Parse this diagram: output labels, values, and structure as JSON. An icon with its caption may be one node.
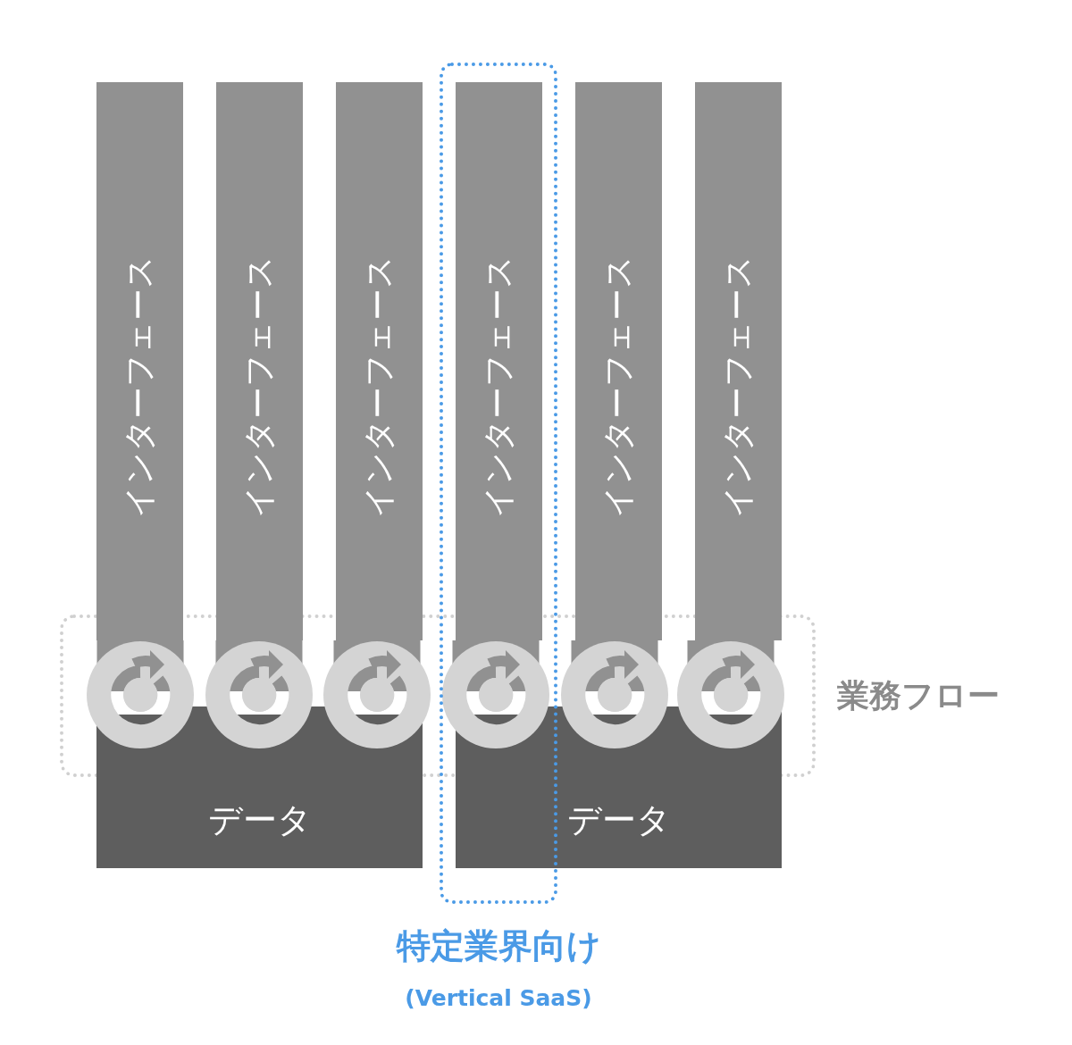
{
  "diagram": {
    "nodes": [
      {
        "text": [
          "特定業界向け",
          "(Vertical SaaS)"
        ]
      },
      {
        "text": [
          "インターフェース"
        ]
      },
      {
        "text": [
          "インターフェース"
        ]
      },
      {
        "text": [
          "インターフェース"
        ]
      },
      {
        "text": [
          "インターフェース"
        ],
        "in": 0
      },
      {
        "text": [
          "インターフェース"
        ]
      },
      {
        "text": [
          "インターフェース"
        ]
      },
      {
        "text": [
          "業務フロー"
        ]
      },
      {
        "text": [],
        "shape": "circle",
        "in": 7
      },
      {
        "text": [],
        "shape": "circle",
        "in": 7
      },
      {
        "text": [],
        "shape": "circle",
        "in": 7
      },
      {
        "text": [],
        "shape": "circle"
      },
      {
        "text": [],
        "shape": "circle",
        "in": 7
      },
      {
        "text": [],
        "shape": "circle",
        "in": 7
      },
      {
        "text": [
          "データ"
        ]
      },
      {
        "text": [
          "データ"
        ]
      }
    ]
  }
}
